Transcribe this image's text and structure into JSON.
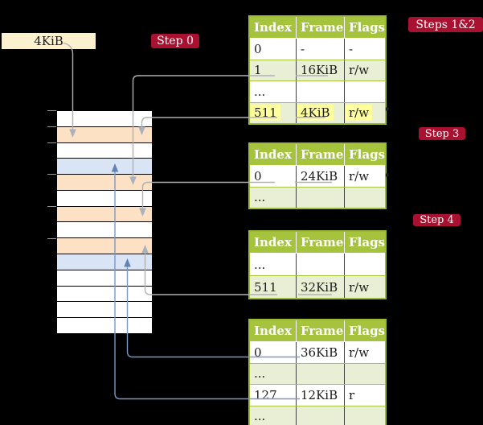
{
  "page_box": {
    "label": "4KiB"
  },
  "badges": {
    "step0": "Step 0",
    "steps_1_2": "Steps 1&2",
    "step3": "Step 3",
    "step4": "Step 4"
  },
  "memory": {
    "rows": [
      {
        "color": "#ffffff"
      },
      {
        "color": "#fce1c5"
      },
      {
        "color": "#ffffff"
      },
      {
        "color": "#d9e5f5"
      },
      {
        "color": "#fce1c5"
      },
      {
        "color": "#ffffff"
      },
      {
        "color": "#fce1c5"
      },
      {
        "color": "#ffffff"
      },
      {
        "color": "#fce1c5"
      },
      {
        "color": "#d9e5f5"
      },
      {
        "color": "#ffffff"
      },
      {
        "color": "#ffffff"
      },
      {
        "color": "#ffffff"
      },
      {
        "color": "#ffffff"
      }
    ]
  },
  "tables": [
    {
      "headers": [
        "Index",
        "Frame",
        "Flags"
      ],
      "rows": [
        [
          "0",
          "-",
          "-"
        ],
        [
          "1",
          "16KiB",
          "r/w"
        ],
        [
          "...",
          "",
          ""
        ],
        [
          "511",
          "4KiB",
          "r/w"
        ]
      ]
    },
    {
      "headers": [
        "Index",
        "Frame",
        "Flags"
      ],
      "rows": [
        [
          "0",
          "24KiB",
          "r/w"
        ],
        [
          "...",
          "",
          ""
        ]
      ]
    },
    {
      "headers": [
        "Index",
        "Frame",
        "Flags"
      ],
      "rows": [
        [
          "...",
          "",
          ""
        ],
        [
          "511",
          "32KiB",
          "r/w"
        ]
      ]
    },
    {
      "headers": [
        "Index",
        "Frame",
        "Flags"
      ],
      "rows": [
        [
          "0",
          "36KiB",
          "r/w"
        ],
        [
          "...",
          "",
          ""
        ],
        [
          "127",
          "12KiB",
          "r"
        ],
        [
          "...",
          "",
          ""
        ]
      ]
    }
  ],
  "colors": {
    "background": "#000000",
    "header_green": "#a5c33d",
    "table_border_green": "#9cb935",
    "row_light_green": "#e9efd5",
    "highlight_yellow": "#ffff9e",
    "memory_peach": "#fce1c5",
    "memory_blue": "#d9e5f5",
    "page_box_cream": "#fcf1cf",
    "badge_red": "#a8112f",
    "connector_gray": "#b0b0b0",
    "connector_blue": "#7b98c6"
  }
}
